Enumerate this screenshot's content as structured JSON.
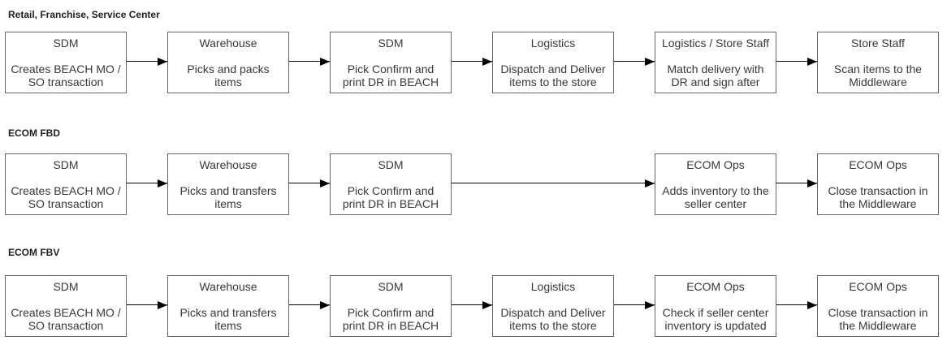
{
  "colors": {
    "background": "#ffffff",
    "box_border": "#666666",
    "box_fill": "#ffffff",
    "text": "#383838",
    "title_text": "#1f1f1f",
    "arrow": "#000000"
  },
  "diagram": {
    "rows": [
      {
        "title": "Retail, Franchise, Service Center",
        "boxes": [
          {
            "slot": 0,
            "role": "SDM",
            "desc": "Creates BEACH MO /\nSO transaction"
          },
          {
            "slot": 1,
            "role": "Warehouse",
            "desc": "Picks and packs\nitems"
          },
          {
            "slot": 2,
            "role": "SDM",
            "desc": "Pick Confirm and\nprint DR in BEACH"
          },
          {
            "slot": 3,
            "role": "Logistics",
            "desc": "Dispatch and Deliver\nitems to the store"
          },
          {
            "slot": 4,
            "role": "Logistics / Store Staff",
            "desc": "Match delivery with\nDR and sign after"
          },
          {
            "slot": 5,
            "role": "Store Staff",
            "desc": "Scan items to the\nMiddleware"
          }
        ]
      },
      {
        "title": "ECOM FBD",
        "boxes": [
          {
            "slot": 0,
            "role": "SDM",
            "desc": "Creates BEACH MO /\nSO transaction"
          },
          {
            "slot": 1,
            "role": "Warehouse",
            "desc": "Picks and transfers\nitems"
          },
          {
            "slot": 2,
            "role": "SDM",
            "desc": "Pick Confirm and\nprint DR in BEACH"
          },
          {
            "slot": 4,
            "role": "ECOM Ops",
            "desc": "Adds inventory to the\nseller center"
          },
          {
            "slot": 5,
            "role": "ECOM Ops",
            "desc": "Close transaction in\nthe Middleware"
          }
        ]
      },
      {
        "title": "ECOM FBV",
        "boxes": [
          {
            "slot": 0,
            "role": "SDM",
            "desc": "Creates BEACH MO /\nSO transaction"
          },
          {
            "slot": 1,
            "role": "Warehouse",
            "desc": "Picks and transfers\nitems"
          },
          {
            "slot": 2,
            "role": "SDM",
            "desc": "Pick Confirm and\nprint DR in BEACH"
          },
          {
            "slot": 3,
            "role": "Logistics",
            "desc": "Dispatch and Deliver\nitems to the store"
          },
          {
            "slot": 4,
            "role": "ECOM Ops",
            "desc": "Check if seller center\ninventory is updated"
          },
          {
            "slot": 5,
            "role": "ECOM Ops",
            "desc": "Close transaction in\nthe Middleware"
          }
        ]
      }
    ]
  }
}
